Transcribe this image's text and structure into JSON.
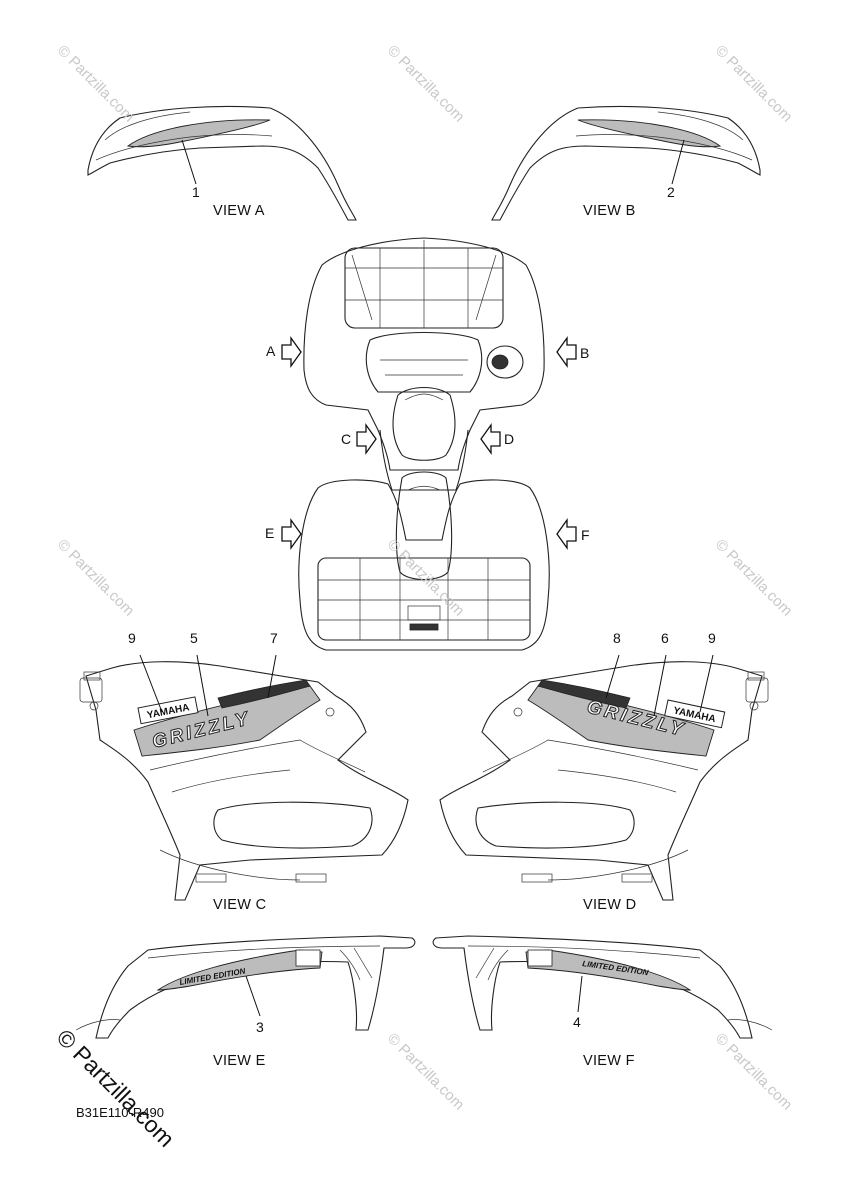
{
  "views": {
    "a": "VIEW A",
    "b": "VIEW B",
    "c": "VIEW C",
    "d": "VIEW D",
    "e": "VIEW E",
    "f": "VIEW F"
  },
  "callouts": {
    "n1": "1",
    "n2": "2",
    "n3": "3",
    "n4": "4",
    "n5": "5",
    "n6": "6",
    "n7": "7",
    "n8": "8",
    "n9_left": "9",
    "n9_right": "9"
  },
  "direction_letters": {
    "a": "A",
    "b": "B",
    "c": "C",
    "d": "D",
    "e": "E",
    "f": "F"
  },
  "decal_text": {
    "yamaha": "YAMAHA",
    "grizzly": "GRIZZLY",
    "limited_edition": "LIMITED EDITION"
  },
  "diagram_code": "B31E110-R490",
  "watermark": "© Partzilla.com"
}
